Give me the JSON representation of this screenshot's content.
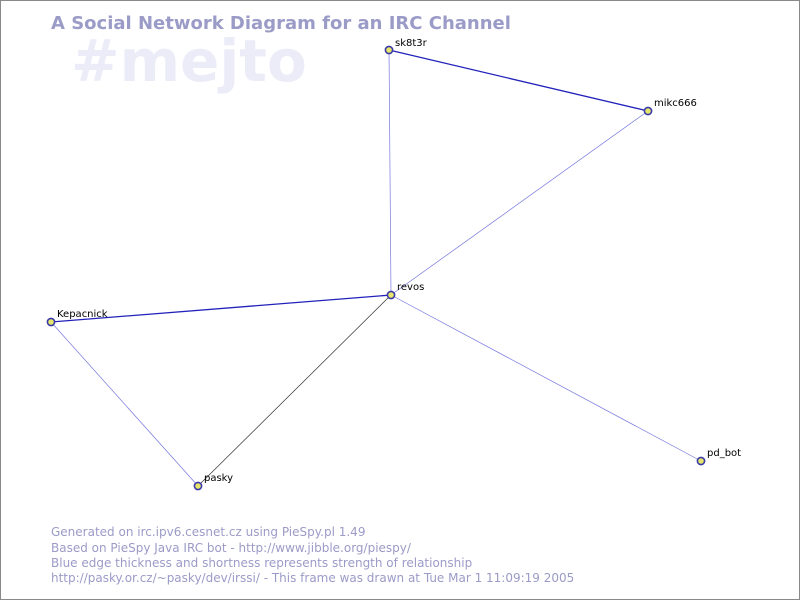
{
  "header": {
    "title": "A Social Network Diagram for an IRC Channel",
    "channel": "#mejto"
  },
  "nodes": [
    {
      "id": "sk8t3r",
      "label": "sk8t3r"
    },
    {
      "id": "mikc666",
      "label": "mikc666"
    },
    {
      "id": "revos",
      "label": "revos"
    },
    {
      "id": "Kepacnick",
      "label": "Kepacnick"
    },
    {
      "id": "pasky",
      "label": "pasky"
    },
    {
      "id": "pd_bot",
      "label": "pd_bot"
    }
  ],
  "edges": [
    {
      "source": "sk8t3r",
      "target": "mikc666",
      "strength": 3,
      "color": "#2222bb"
    },
    {
      "source": "sk8t3r",
      "target": "revos",
      "strength": 1,
      "color": "#7777dd"
    },
    {
      "source": "mikc666",
      "target": "revos",
      "strength": 1,
      "color": "#7777dd"
    },
    {
      "source": "revos",
      "target": "Kepacnick",
      "strength": 3,
      "color": "#2222bb"
    },
    {
      "source": "revos",
      "target": "pasky",
      "strength": 1,
      "color": "#333333"
    },
    {
      "source": "revos",
      "target": "pd_bot",
      "strength": 1,
      "color": "#7777dd"
    },
    {
      "source": "Kepacnick",
      "target": "pasky",
      "strength": 1,
      "color": "#7777dd"
    }
  ],
  "footer": {
    "lines": [
      "Generated on irc.ipv6.cesnet.cz using PieSpy.pl 1.49",
      "Based on PieSpy Java IRC bot - http://www.jibble.org/piespy/",
      "Blue edge thickness and shortness represents strength of relationship",
      "http://pasky.or.cz/~pasky/dev/irssi/ - This frame was drawn at Tue Mar  1 11:09:19 2005"
    ]
  },
  "colors": {
    "title": "#9b9bc8",
    "channel_watermark": "#ececf8",
    "node_fill": "#e6e66a",
    "node_stroke": "#3a3aa8",
    "footer_text": "#9b9bc8",
    "border": "#8a8a8a"
  }
}
